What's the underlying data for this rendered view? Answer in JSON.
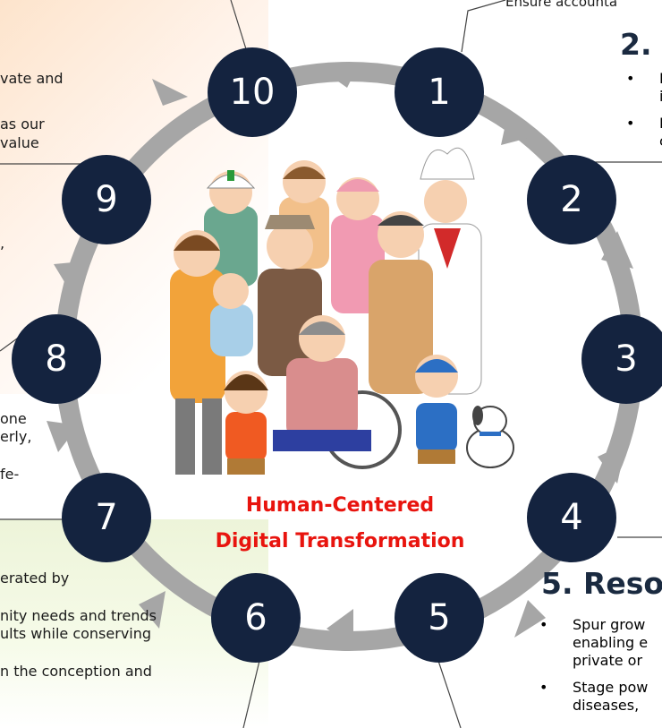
{
  "top_fragment": "Ensure accounta",
  "left_fragments": [
    "vate and",
    "as our",
    "value",
    ",",
    "one",
    "erly,",
    "fe-",
    "erated by",
    "nity needs and trends",
    "ults while conserving",
    "n the conception and"
  ],
  "section_2": {
    "heading": "2.",
    "bullets": [
      {
        "dot": "•",
        "lines": [
          "F",
          "i"
        ]
      },
      {
        "dot": "•",
        "lines": [
          "E",
          "c"
        ]
      }
    ]
  },
  "section_5": {
    "heading": "5. Reso",
    "bullets": [
      {
        "dot": "•",
        "lines": [
          "Spur grow",
          "enabling e",
          "private or"
        ]
      },
      {
        "dot": "•",
        "lines": [
          "Stage pow",
          "diseases,"
        ]
      }
    ]
  },
  "cycle_nodes": [
    "1",
    "2",
    "3",
    "4",
    "5",
    "6",
    "7",
    "8",
    "9",
    "10"
  ],
  "center_caption": [
    "Human-Centered",
    "Digital Transformation"
  ],
  "colors": {
    "node": "#14233f",
    "ring": "#a6a6a6",
    "caption": "#e8140e"
  }
}
